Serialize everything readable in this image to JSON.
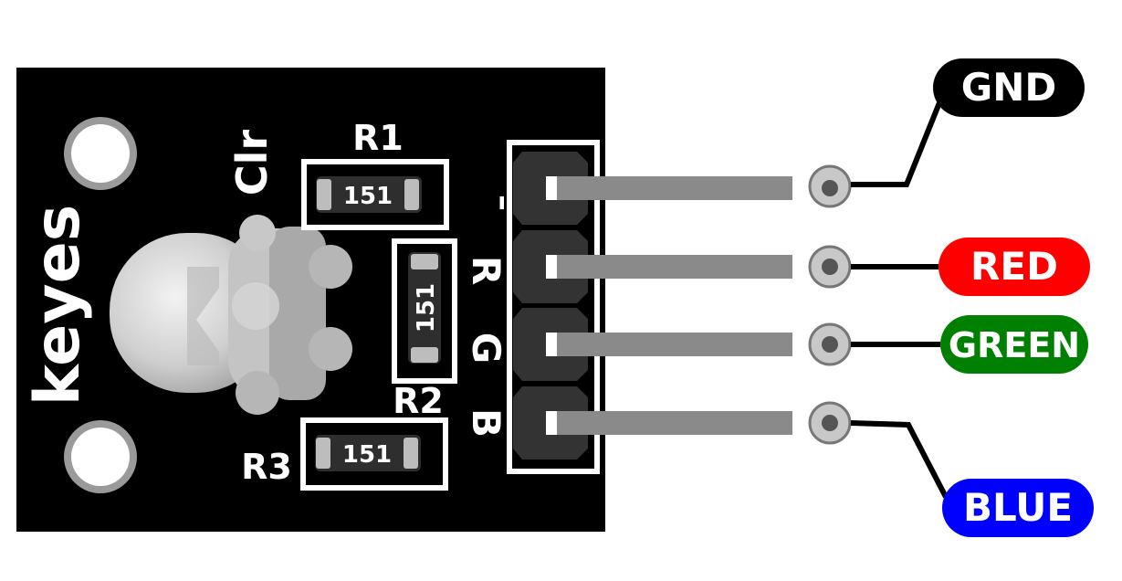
{
  "board": {
    "brand": "keyes",
    "part_label": "Clr",
    "led_label": "_",
    "resistors": [
      {
        "name": "R1",
        "value": "151"
      },
      {
        "name": "R2",
        "value": "151"
      },
      {
        "name": "R3",
        "value": "151"
      }
    ],
    "pin_marks": [
      "–",
      "R",
      "G",
      "B"
    ]
  },
  "pins": [
    {
      "label": "GND",
      "color": "#000000"
    },
    {
      "label": "RED",
      "color": "#ff0000"
    },
    {
      "label": "GREEN",
      "color": "#008000"
    },
    {
      "label": "BLUE",
      "color": "#0000ff"
    }
  ],
  "colors": {
    "board": "#000000",
    "header_pin": "#333333",
    "lead": "#8a8a8a",
    "resistor_body": "#2e2e2e",
    "terminal": "#bdbdbd"
  }
}
